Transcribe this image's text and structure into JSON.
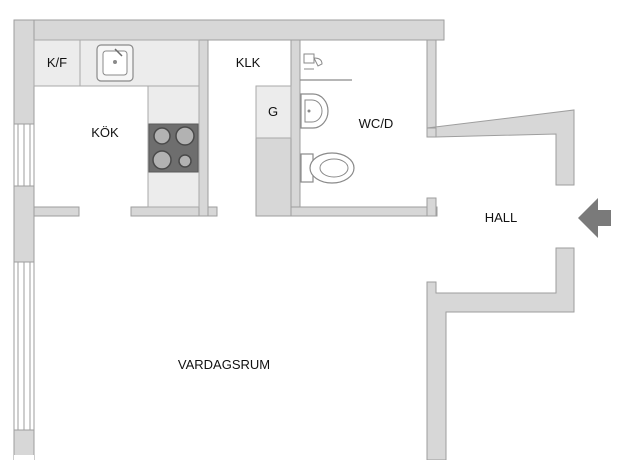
{
  "rooms": {
    "kf": "K/F",
    "kok": "KÖK",
    "klk": "KLK",
    "g": "G",
    "wcd": "WC/D",
    "hall": "HALL",
    "vardagsrum": "VARDAGSRUM"
  },
  "colors": {
    "wall": "#d7d7d7",
    "wall_edge": "#9e9e9e",
    "cabinet": "#ececec",
    "cabinet_edge": "#a9a9a9",
    "stove": "#6e6e6e",
    "fixture_line": "#8a8a8a",
    "arrow": "#7a7a7a"
  },
  "icons": {
    "entry": "entry-arrow-icon",
    "sink": "kitchen-sink-icon",
    "stove": "stove-icon",
    "toilet": "toilet-icon",
    "basin": "washbasin-icon",
    "shower": "shower-icon"
  }
}
